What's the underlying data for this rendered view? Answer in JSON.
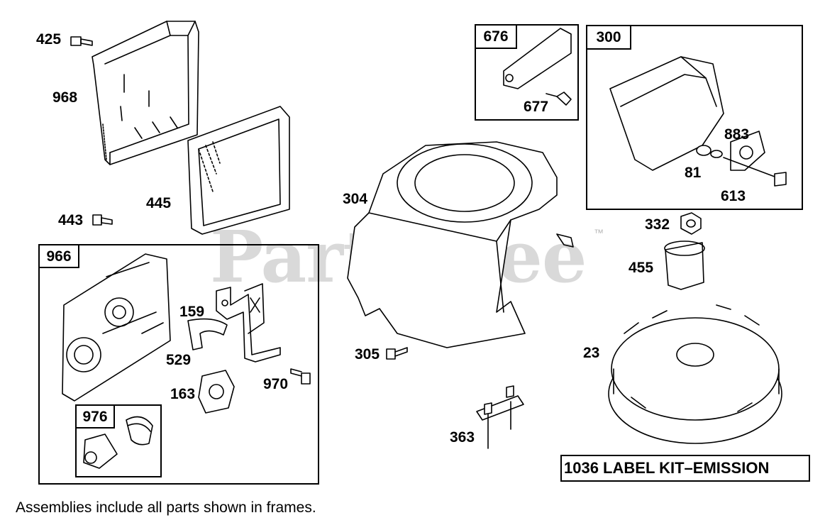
{
  "watermark": {
    "text": "PartsTree",
    "trademark": "™"
  },
  "part_labels": {
    "p425": "425",
    "p968": "968",
    "p445": "445",
    "p443": "443",
    "p966": "966",
    "p159": "159",
    "p529": "529",
    "p163": "163",
    "p970": "970",
    "p976": "976",
    "p676": "676",
    "p677": "677",
    "p304": "304",
    "p305": "305",
    "p363": "363",
    "p300": "300",
    "p883": "883",
    "p81": "81",
    "p613": "613",
    "p332": "332",
    "p455": "455",
    "p23": "23"
  },
  "label_kit": "1036 LABEL KIT–EMISSION",
  "footnote": "Assemblies include all parts shown in frames.",
  "colors": {
    "line": "#000000",
    "background": "#ffffff",
    "watermark": "#aaaaaa"
  }
}
